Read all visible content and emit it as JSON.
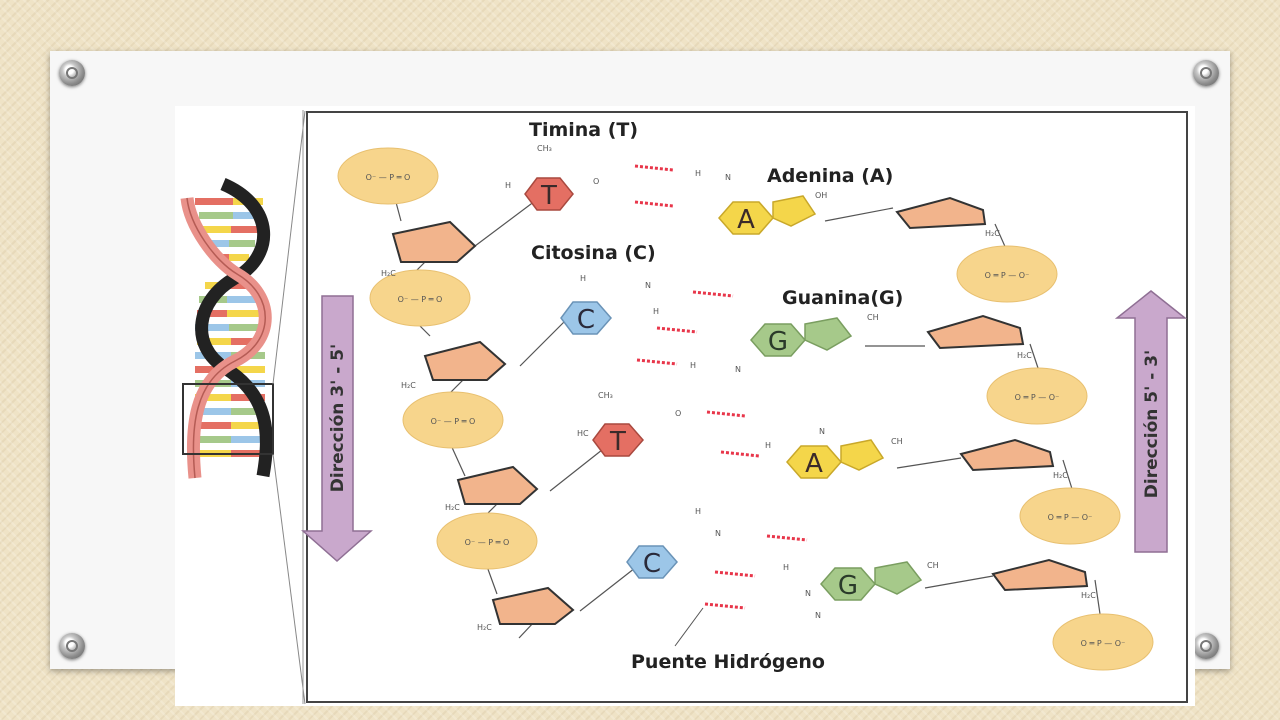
{
  "slide": {
    "background_color": "#efe3c6",
    "card_color": "#f7f7f7"
  },
  "diagram": {
    "bases": {
      "thymine": "Timina (T)",
      "adenine": "Adenina (A)",
      "cytosine": "Citosina (C)",
      "guanine": "Guanina(G)"
    },
    "hydrogen_bond_label": "Puente Hidrógeno",
    "direction_left": "Dirección 3' - 5'",
    "direction_right": "Dirección 5' - 3'",
    "base_letters": {
      "t": "T",
      "a": "A",
      "c": "C",
      "g": "G"
    },
    "pairs": [
      {
        "left": "T",
        "right": "A"
      },
      {
        "left": "C",
        "right": "G"
      },
      {
        "left": "T",
        "right": "A"
      },
      {
        "left": "C",
        "right": "G"
      }
    ],
    "colors": {
      "thymine": "#e46f63",
      "adenine": "#f4d64a",
      "cytosine": "#9cc6e8",
      "guanine": "#a6c98a",
      "sugar": "#f2b48c",
      "phosphate": "#f7d58c",
      "hbond": "#e8364a",
      "arrow": "#c9a8cc"
    }
  }
}
